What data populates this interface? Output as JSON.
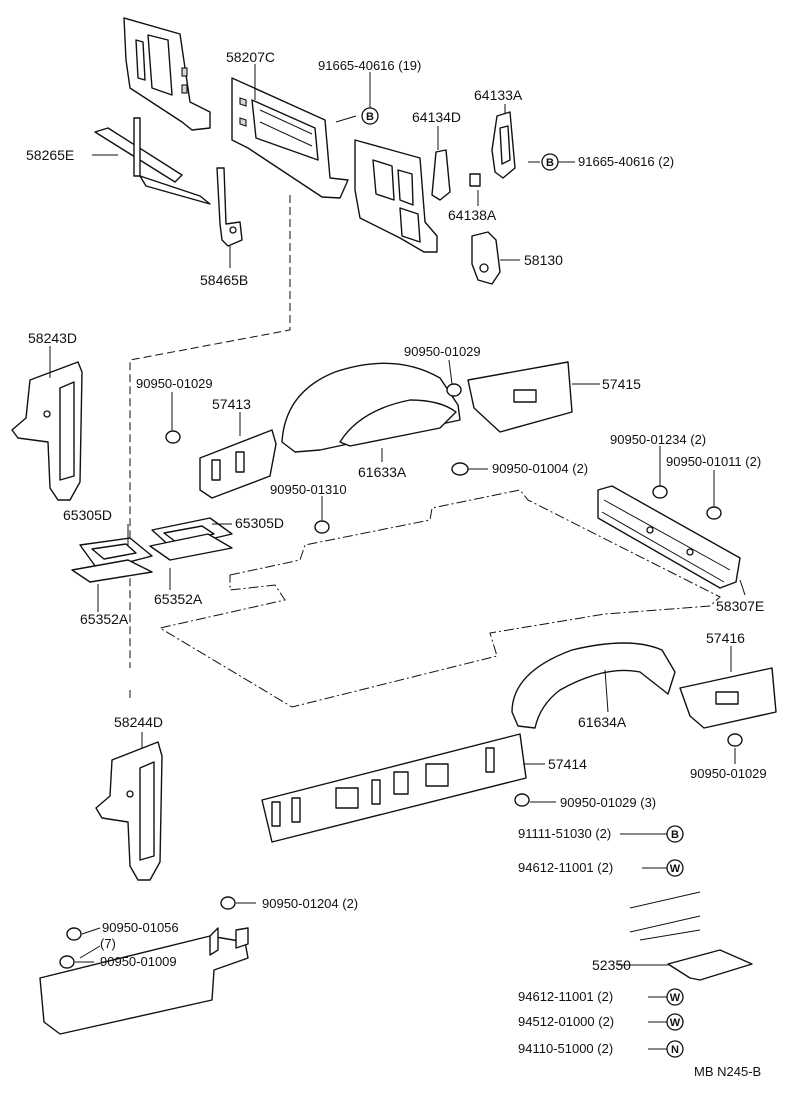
{
  "diagram_code": "MB N245-B",
  "parts": {
    "p58207C": "58207C",
    "p91665_a": "91665-40616 (19)",
    "p64133A": "64133A",
    "p64134D": "64134D",
    "p58265E": "58265E",
    "p91665_b": "91665-40616 (2)",
    "p64138A": "64138A",
    "p58130": "58130",
    "p58465B": "58465B",
    "p58243D": "58243D",
    "p90950_01029_a": "90950-01029",
    "p90950_01029_b": "90950-01029",
    "p57415": "57415",
    "p57413": "57413",
    "p90950_01234": "90950-01234 (2)",
    "p61633A": "61633A",
    "p90950_01004": "90950-01004 (2)",
    "p90950_01011": "90950-01011 (2)",
    "p90950_01310": "90950-01310",
    "p65305D_a": "65305D",
    "p65305D_b": "65305D",
    "p65352A_a": "65352A",
    "p65352A_b": "65352A",
    "p58307E": "58307E",
    "p57416": "57416",
    "p61634A": "61634A",
    "p58244D": "58244D",
    "p90950_01029_c": "90950-01029",
    "p57414": "57414",
    "p90950_01029_d": "90950-01029 (3)",
    "p91111": "91111-51030 (2)",
    "p94612_a": "94612-11001 (2)",
    "p90950_01204": "90950-01204 (2)",
    "p90950_01056": "90950-01056",
    "p90950_01056_qty": "(7)",
    "p90950_01009": "90950-01009",
    "p52350": "52350",
    "p94612_b": "94612-11001 (2)",
    "p94512": "94512-01000 (2)",
    "p94110": "94110-51000 (2)"
  },
  "symbols": {
    "B": "B",
    "W": "W",
    "N": "N"
  }
}
